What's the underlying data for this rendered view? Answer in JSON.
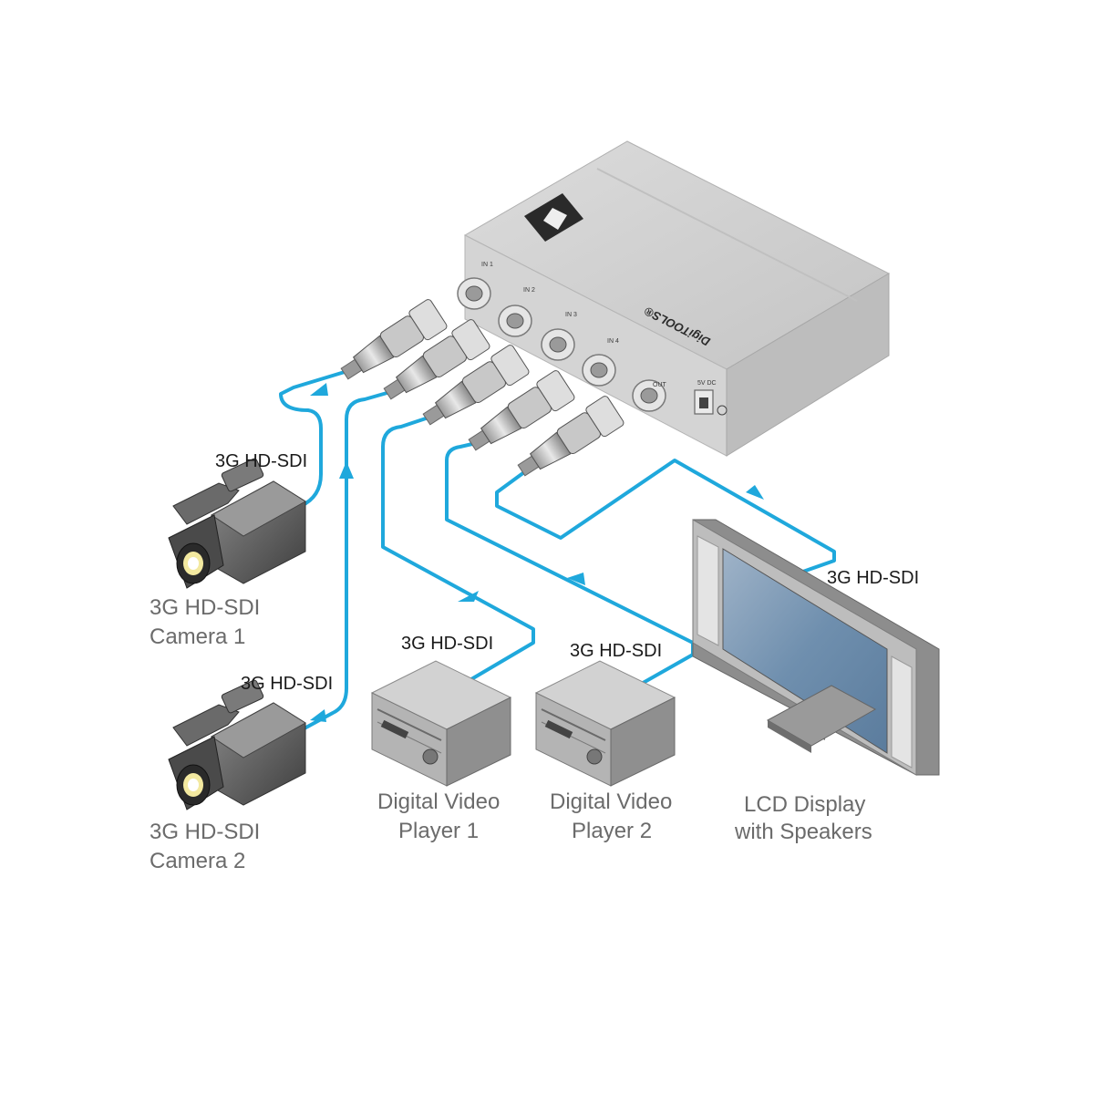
{
  "colors": {
    "cable": "#1fa8dc",
    "device_body": "#a9a9a9",
    "device_dark": "#5e5e5e",
    "screen": "#6f8fae",
    "label_gray": "#6b6b6b"
  },
  "switcher": {
    "brand": "DigiTOOLS®",
    "ports": [
      "IN 1",
      "IN 2",
      "IN 3",
      "IN 4",
      "OUT"
    ],
    "power_label": "5V DC"
  },
  "cable_labels": {
    "camera1": "3G HD-SDI",
    "camera2": "3G HD-SDI",
    "player1": "3G HD-SDI",
    "player2": "3G HD-SDI",
    "display": "3G HD-SDI"
  },
  "devices": {
    "camera1": [
      "3G HD-SDI",
      "Camera 1"
    ],
    "camera2": [
      "3G HD-SDI",
      "Camera 2"
    ],
    "player1": [
      "Digital Video",
      "Player 1"
    ],
    "player2": [
      "Digital Video",
      "Player 2"
    ],
    "display": [
      "LCD Display",
      "with Speakers"
    ]
  },
  "icons": {
    "logo": "kramer-logo-icon",
    "camera": "video-camera-icon",
    "player": "video-player-icon",
    "display": "lcd-display-icon",
    "connector": "bnc-connector-icon",
    "arrow": "signal-arrow-icon"
  }
}
